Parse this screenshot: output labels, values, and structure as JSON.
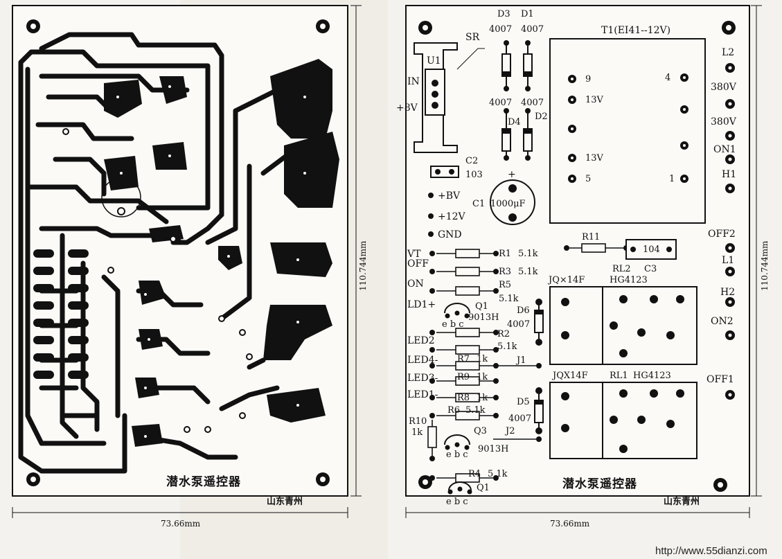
{
  "left_board": {
    "title": "潜水泵遥控器",
    "maker": "山东青州",
    "width_label": "73.66mm",
    "height_label": "110.744mm"
  },
  "right_board": {
    "title": "潜水泵遥控器",
    "maker": "山东青州",
    "width_label": "73.66mm",
    "height_label": "110.744mm",
    "components": {
      "d3": "D3",
      "d1": "D1",
      "d3_val": "4007",
      "d1_val": "4007",
      "sr": "SR",
      "u1": "U1",
      "in": "IN",
      "plus8v": "+8V",
      "t1": "T1(EI41--12V)",
      "t1_9": "9",
      "t1_13v_a": "13V",
      "t1_4": "4",
      "t1_13v_b": "13V",
      "t1_5": "5",
      "t1_1": "1",
      "d4_val": "4007",
      "d2_val": "4007",
      "d4": "D4",
      "d2": "D2",
      "c2": "C2",
      "c2_val": "103",
      "c1": "C1",
      "c1_val": "1000μF",
      "plus_bv": "+BV",
      "plus12v": "+12V",
      "gnd": "GND",
      "vt": "VT",
      "off": "OFF",
      "on": "ON",
      "r1": "R1",
      "r1_val": "5.1k",
      "r3": "R3",
      "r3_val": "5.1k",
      "r5": "R5",
      "r5_val": "5.1k",
      "r11": "R11",
      "c3_val": "104",
      "c3": "C3",
      "rl2": "RL2",
      "jq14f": "JQ×14F",
      "hg4123_2": "HG4123",
      "ld1": "LD1+",
      "q1_top": "Q1",
      "q1_model": "9013H",
      "ebc_1": "e b c",
      "d6": "D6",
      "d6_val": "4007",
      "led2": "LED2",
      "r2": "R2",
      "r2_val": "5.1k",
      "led4": "LED4-",
      "r7": "R7",
      "r7_val": "1k",
      "j1": "J1",
      "led3": "LED3-",
      "r9": "R9",
      "r9_val": "1k",
      "led1": "LED1-",
      "r8": "R8",
      "r8_val": "1k",
      "jqx14f": "JQX14F",
      "rl1": "RL1",
      "hg4123_1": "HG4123",
      "r6": "R6",
      "r6_val": "5.1k",
      "d5": "D5",
      "d5_val": "4007",
      "r10": "R10",
      "r10_val": "1k",
      "q3": "Q3",
      "j2": "J2",
      "ebc_2": "e b c",
      "q3_model": "9013H",
      "r4": "R4",
      "r4_val": "5.1k",
      "q1_bottom": "Q1",
      "ebc_3": "e b c",
      "l2": "L2",
      "v380_a": "380V",
      "v380_b": "380V",
      "on1": "ON1",
      "h1": "H1",
      "off2": "OFF2",
      "l1": "L1",
      "h2": "H2",
      "on2": "ON2",
      "off1": "OFF1"
    }
  },
  "footer": {
    "url": "http://www.55dianzi.com"
  }
}
